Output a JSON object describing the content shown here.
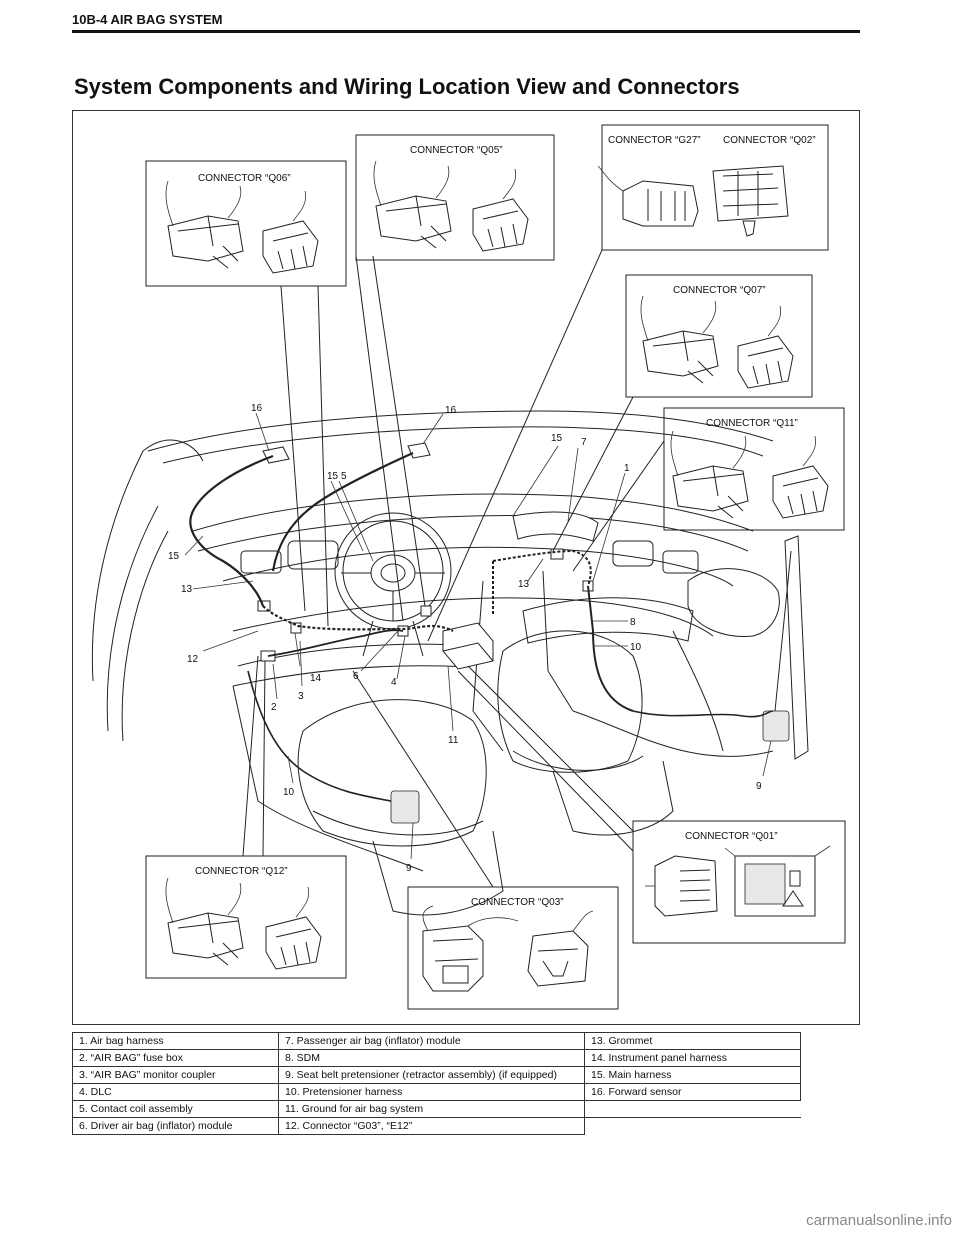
{
  "header": {
    "section_label": "10B-4 AIR BAG SYSTEM"
  },
  "title": "System Components and Wiring Location View and Connectors",
  "connectors": {
    "q06": "CONNECTOR “Q06”",
    "q05": "CONNECTOR “Q05”",
    "g27": "CONNECTOR “G27”",
    "q02": "CONNECTOR “Q02”",
    "q07": "CONNECTOR “Q07”",
    "q11": "CONNECTOR “Q11”",
    "q01": "CONNECTOR “Q01”",
    "q12": "CONNECTOR “Q12”",
    "q03": "CONNECTOR “Q03”"
  },
  "callouts": {
    "c16a": "16",
    "c16b": "16",
    "c15a": "15",
    "c15b": "15",
    "c15c": "15",
    "c5": "5",
    "c7": "7",
    "c1": "1",
    "c13a": "13",
    "c13b": "13",
    "c12": "12",
    "c14": "14",
    "c6": "6",
    "c4": "4",
    "c3": "3",
    "c2": "2",
    "c8": "8",
    "c10a": "10",
    "c10b": "10",
    "c11": "11",
    "c9a": "9",
    "c9b": "9"
  },
  "legend": {
    "rows": [
      [
        "1.  Air bag harness",
        "7.  Passenger air bag (inflator) module",
        "13.  Grommet"
      ],
      [
        "2.  “AIR BAG” fuse box",
        "8.  SDM",
        "14.  Instrument panel harness"
      ],
      [
        "3.  “AIR BAG” monitor coupler",
        "9.  Seat belt pretensioner (retractor assembly) (if equipped)",
        "15.  Main harness"
      ],
      [
        "4.  DLC",
        "10.  Pretensioner harness",
        "16.  Forward sensor"
      ],
      [
        "5.  Contact coil assembly",
        "11.  Ground for air bag system",
        ""
      ],
      [
        "6.  Driver air bag (inflator) module",
        "12.  Connector “G03”, “E12”",
        ""
      ]
    ]
  },
  "watermark": "carmanualsonline.info"
}
